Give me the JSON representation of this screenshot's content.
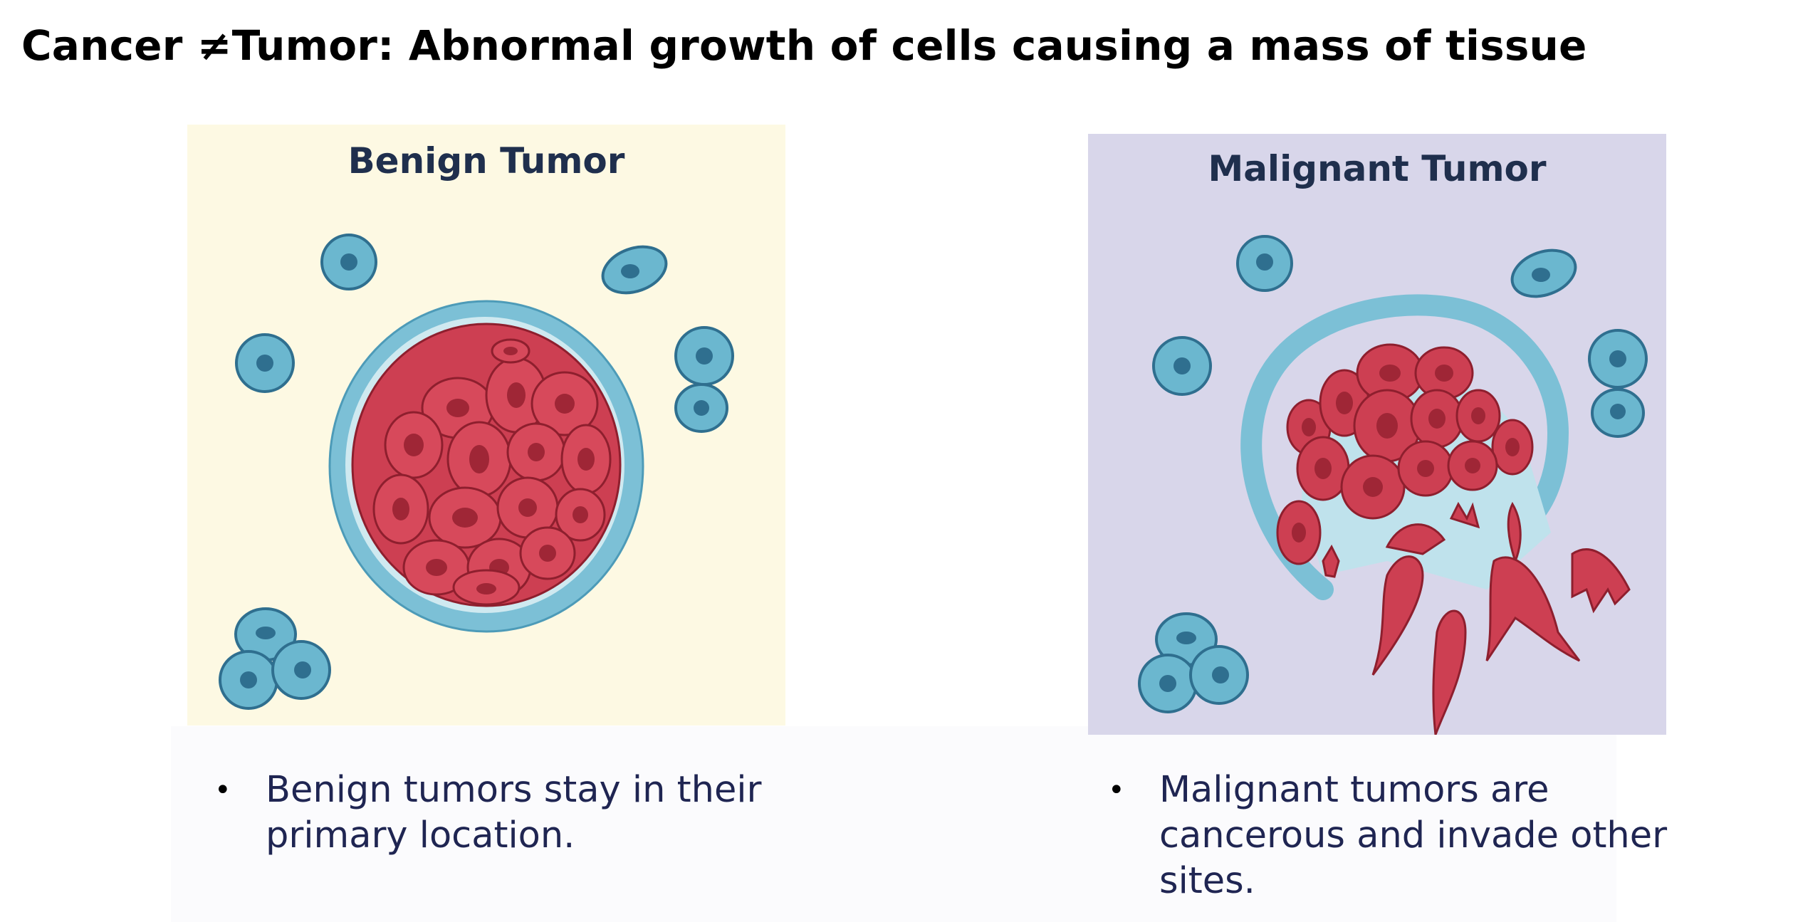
{
  "slide": {
    "title": "Cancer ≠Tumor: Abnormal growth of cells causing a mass of tissue"
  },
  "panels": [
    {
      "heading": "Benign Tumor",
      "background": "#fdf9e3",
      "bullet": "Benign tumors stay in their primary location."
    },
    {
      "heading": "Malignant Tumor",
      "background": "#d8d6ea",
      "bullet": "Malignant tumors are cancerous and invade other sites."
    }
  ],
  "colors": {
    "normal_cell": "#6bb7cf",
    "normal_cell_nucleus": "#2f6f8f",
    "tumor_cell": "#cd3f52",
    "tumor_cell_nucleus": "#9f2636",
    "capsule": "#7cc0d6"
  },
  "bullet_symbol": "•"
}
